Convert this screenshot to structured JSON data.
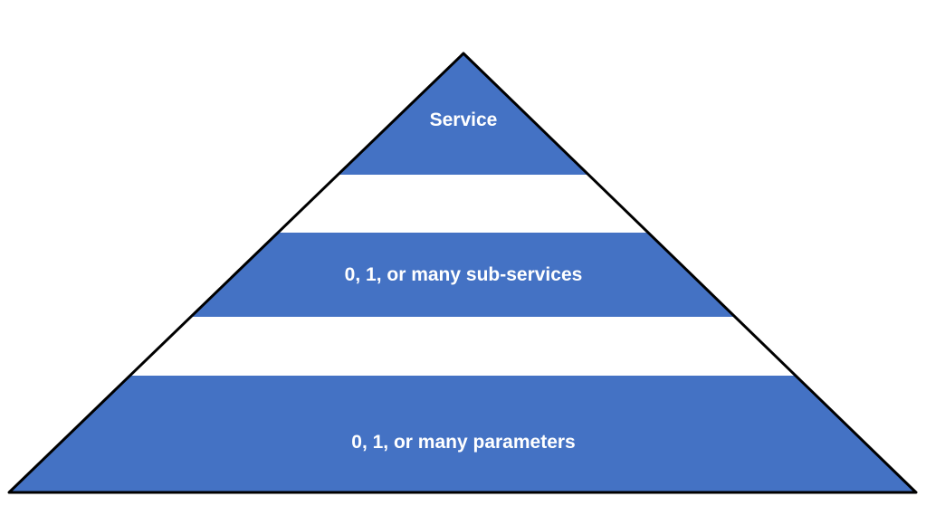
{
  "diagram": {
    "type": "pyramid",
    "levels": [
      {
        "id": "top",
        "label": "Service"
      },
      {
        "id": "middle",
        "label": "0, 1, or many sub-services"
      },
      {
        "id": "bottom",
        "label": "0, 1, or many parameters"
      }
    ]
  },
  "colors": {
    "band_fill": "#4472C4",
    "outline": "#000000",
    "label_text": "#FFFFFF",
    "background": "#FFFFFF"
  }
}
